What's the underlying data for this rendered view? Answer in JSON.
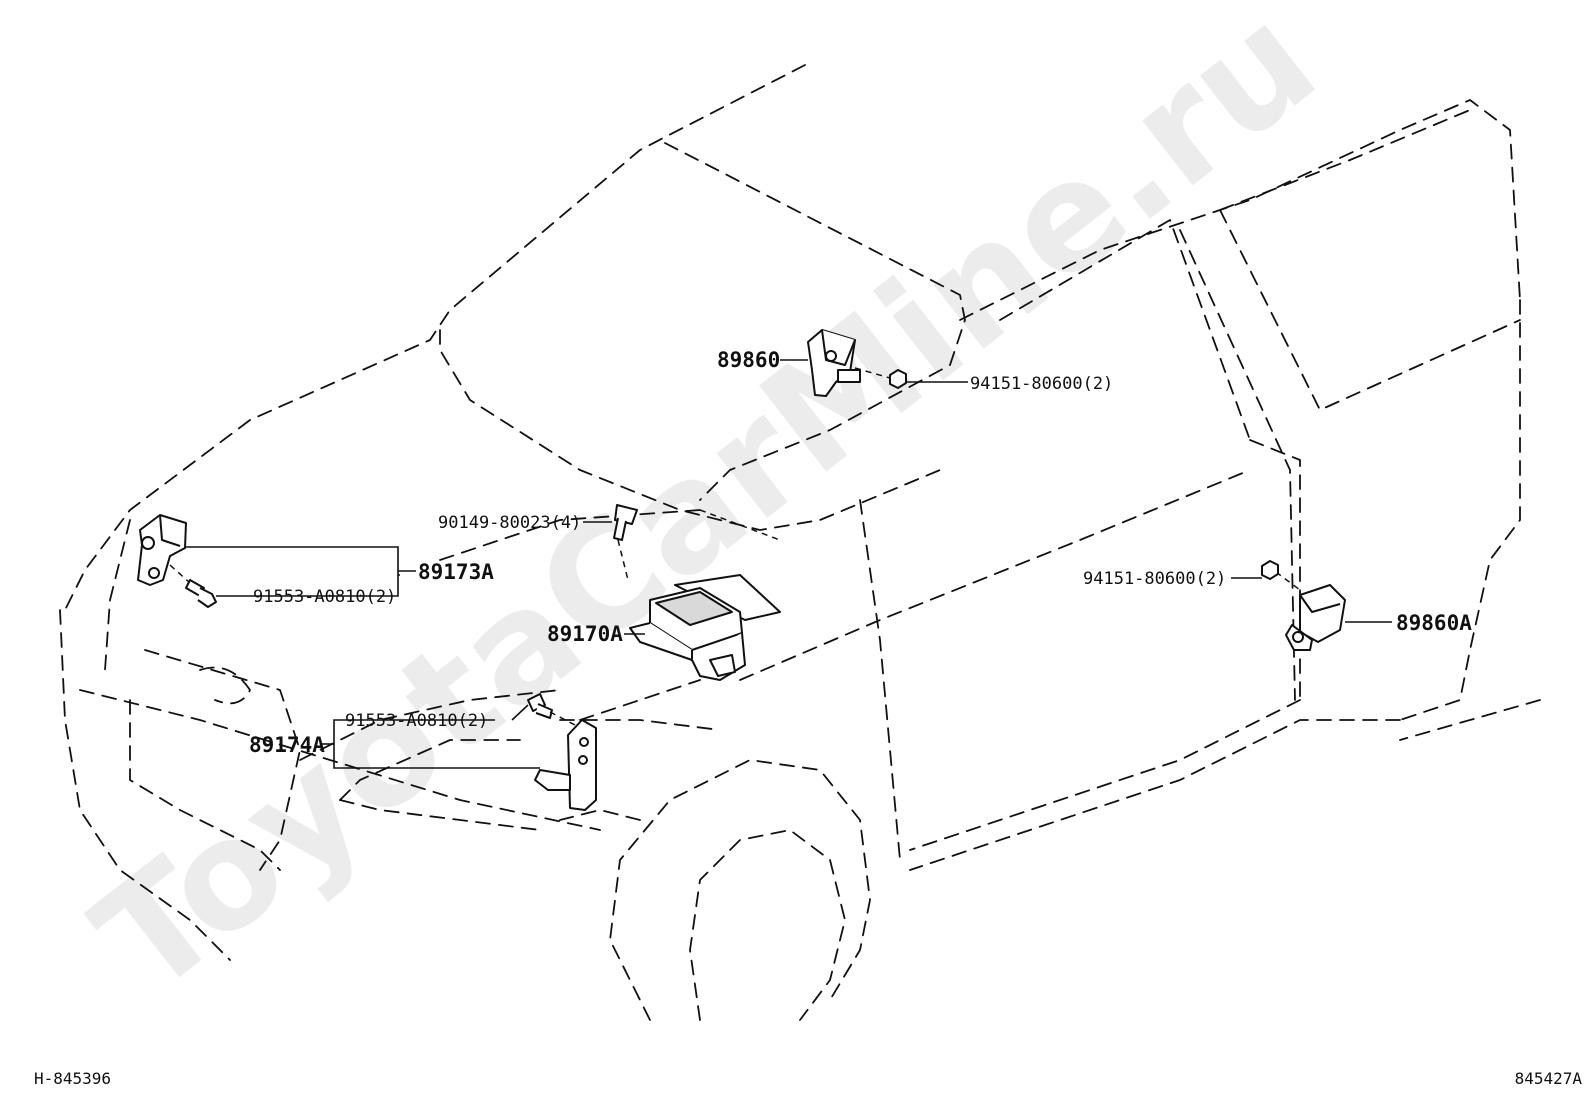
{
  "watermark": "ToyotaCarMine.ru",
  "labels": {
    "p89860": "89860",
    "p94151_a": "94151-80600(2)",
    "p90149": "90149-80023(4)",
    "p89173A": "89173A",
    "p91553_a": "91553-A0810(2)",
    "p89170A": "89170A",
    "p94151_b": "94151-80600(2)",
    "p89860A": "89860A",
    "p91553_b": "91553-A0810(2)",
    "p89174A": "89174A"
  },
  "corners": {
    "left": "H-845396",
    "right": "845427A"
  }
}
